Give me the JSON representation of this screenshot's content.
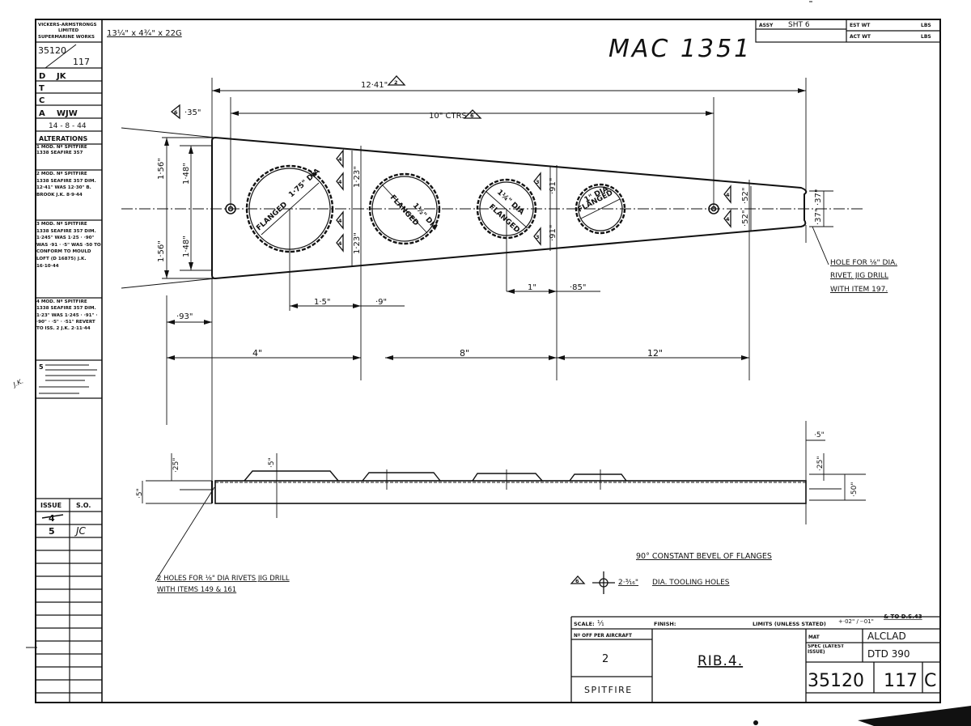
{
  "header": {
    "company_lines": [
      "VICKERS-ARMSTRONGS",
      "LIMITED",
      "SUPERMARINE WORKS"
    ],
    "stock_size": "13¼\" x 4¾\" x 22G",
    "handwritten_ref": "MAC 1351",
    "assy_label": "ASSY",
    "sheet_label": "SHT 6",
    "est_wt_label": "EST WT",
    "act_wt_label": "ACT WT",
    "wt_unit_1": "LBS",
    "wt_unit_2": "LBS"
  },
  "left_panel": {
    "drawing_no_top": "35120",
    "drawing_no_bottom": "117",
    "rows": [
      {
        "key": "D",
        "val": "JK"
      },
      {
        "key": "T",
        "val": ""
      },
      {
        "key": "C",
        "val": ""
      },
      {
        "key": "A",
        "val": "WJW"
      }
    ],
    "date": "14 - 8 - 44",
    "alterations_title": "ALTERATIONS",
    "alterations": [
      "1 MOD. Nº SPITFIRE 1338 SEAFIRE 357",
      "2 MOD. Nº SPITFIRE 1338 SEAFIRE 357 DIM. 12·41\" WAS 12·30\" B. BROOK J.K. 8·9·44",
      "3 MOD. Nº SPITFIRE 1338 SEAFIRE 357 DIM. 1·245\" WAS 1·25 · ·90\" WAS ·91 · ·5\" WAS ·50 TO CONFORM TO MOULD LOFT (D 16875) J.K. 16·10·44",
      "4 MOD. Nº SPITFIRE 1338 SEAFIRE 357 DIM. 1·23\" WAS 1·245 · ·91\" · ·90\" · ·5\" · ·51\" REVERT TO ISS. 2 J.K. 2·11·44",
      "5"
    ],
    "issue_label": "ISSUE",
    "so_label": "S.O.",
    "issue_rows": [
      {
        "issue": "4",
        "so": ""
      },
      {
        "issue": "5",
        "so": "JC"
      }
    ]
  },
  "dimensions": {
    "overall_length": "12·41\"",
    "centres": "10\" CTRS",
    "left_offset": "·35\"",
    "half_height_left_upper": "1·56\"",
    "half_height_left_lower": "1·56\"",
    "inner_height_upper": "1·48\"",
    "inner_height_lower": "1·48\"",
    "mid_height_upper": "1·23\"",
    "mid_height_lower": "1·23\"",
    "h3_upper": "·91\"",
    "h3_lower": "·91\"",
    "h4_upper": "·52\"",
    "h4_lower": "·52\"",
    "tip_upper": "·37\"",
    "tip_lower": "·37\"",
    "hole1_dia": "1·75\" DIA",
    "hole1_note": "FLANGED",
    "hole2_dia": "1½\" DIA",
    "hole2_note": "FLANGED",
    "hole3_dia": "1¼\" DIA",
    "hole3_note": "FLANGED",
    "hole4_dia": "1\" DIA",
    "hole4_note": "FLANGED",
    "d_15": "1·5\"",
    "d_09": "·9\"",
    "d_1": "1\"",
    "d_085": "·85\"",
    "d_093": "·93\"",
    "d_4": "4\"",
    "d_8": "8\"",
    "d_12": "12\"",
    "side_025a": "·25\"",
    "side_05a": "·5\"",
    "side_05b": "·5\"",
    "side_05c": "·5\"",
    "side_025b": "·25\"",
    "side_050": "·50\""
  },
  "notes": {
    "rivet_hole_right": [
      "HOLE FOR ⅛\" DIA.",
      "RIVET. JIG DRILL",
      "WITH ITEM 197."
    ],
    "holes_left": [
      "2 HOLES FOR ⅛\" DIA RIVETS JIG DRILL",
      "WITH ITEMS 149 & 161"
    ],
    "bevel": "90° CONSTANT BEVEL OF FLANGES",
    "tooling_prefix": "2·³⁄₁₆\"",
    "tooling_text": "DIA. TOOLING HOLES",
    "tooling_tag": "6",
    "triangle_tag_2": "2",
    "triangle_tag_4": "4",
    "triangle_tag_6": "6",
    "triangle_tag_3": "3"
  },
  "title_block": {
    "scale_label": "SCALE:",
    "scale_value": "¹⁄₁",
    "finish_label": "FINISH:",
    "limits_label": "LIMITS (UNLESS STATED)",
    "limits_value": "+·02\" / -·01\"",
    "limits_spec": "& TO D.S.43",
    "no_off_label": "Nº OFF PER AIRCRAFT",
    "no_off_value": "2",
    "aircraft": "SPITFIRE",
    "part_name": "RIB.4.",
    "mat_label": "MAT",
    "mat_value": "ALCLAD",
    "spec_label": "SPEC (LATEST ISSUE)",
    "spec_value": "DTD 390",
    "drg_no": "35120",
    "part_no": "117",
    "issue_letter": "C"
  },
  "margin_note": "J.K."
}
